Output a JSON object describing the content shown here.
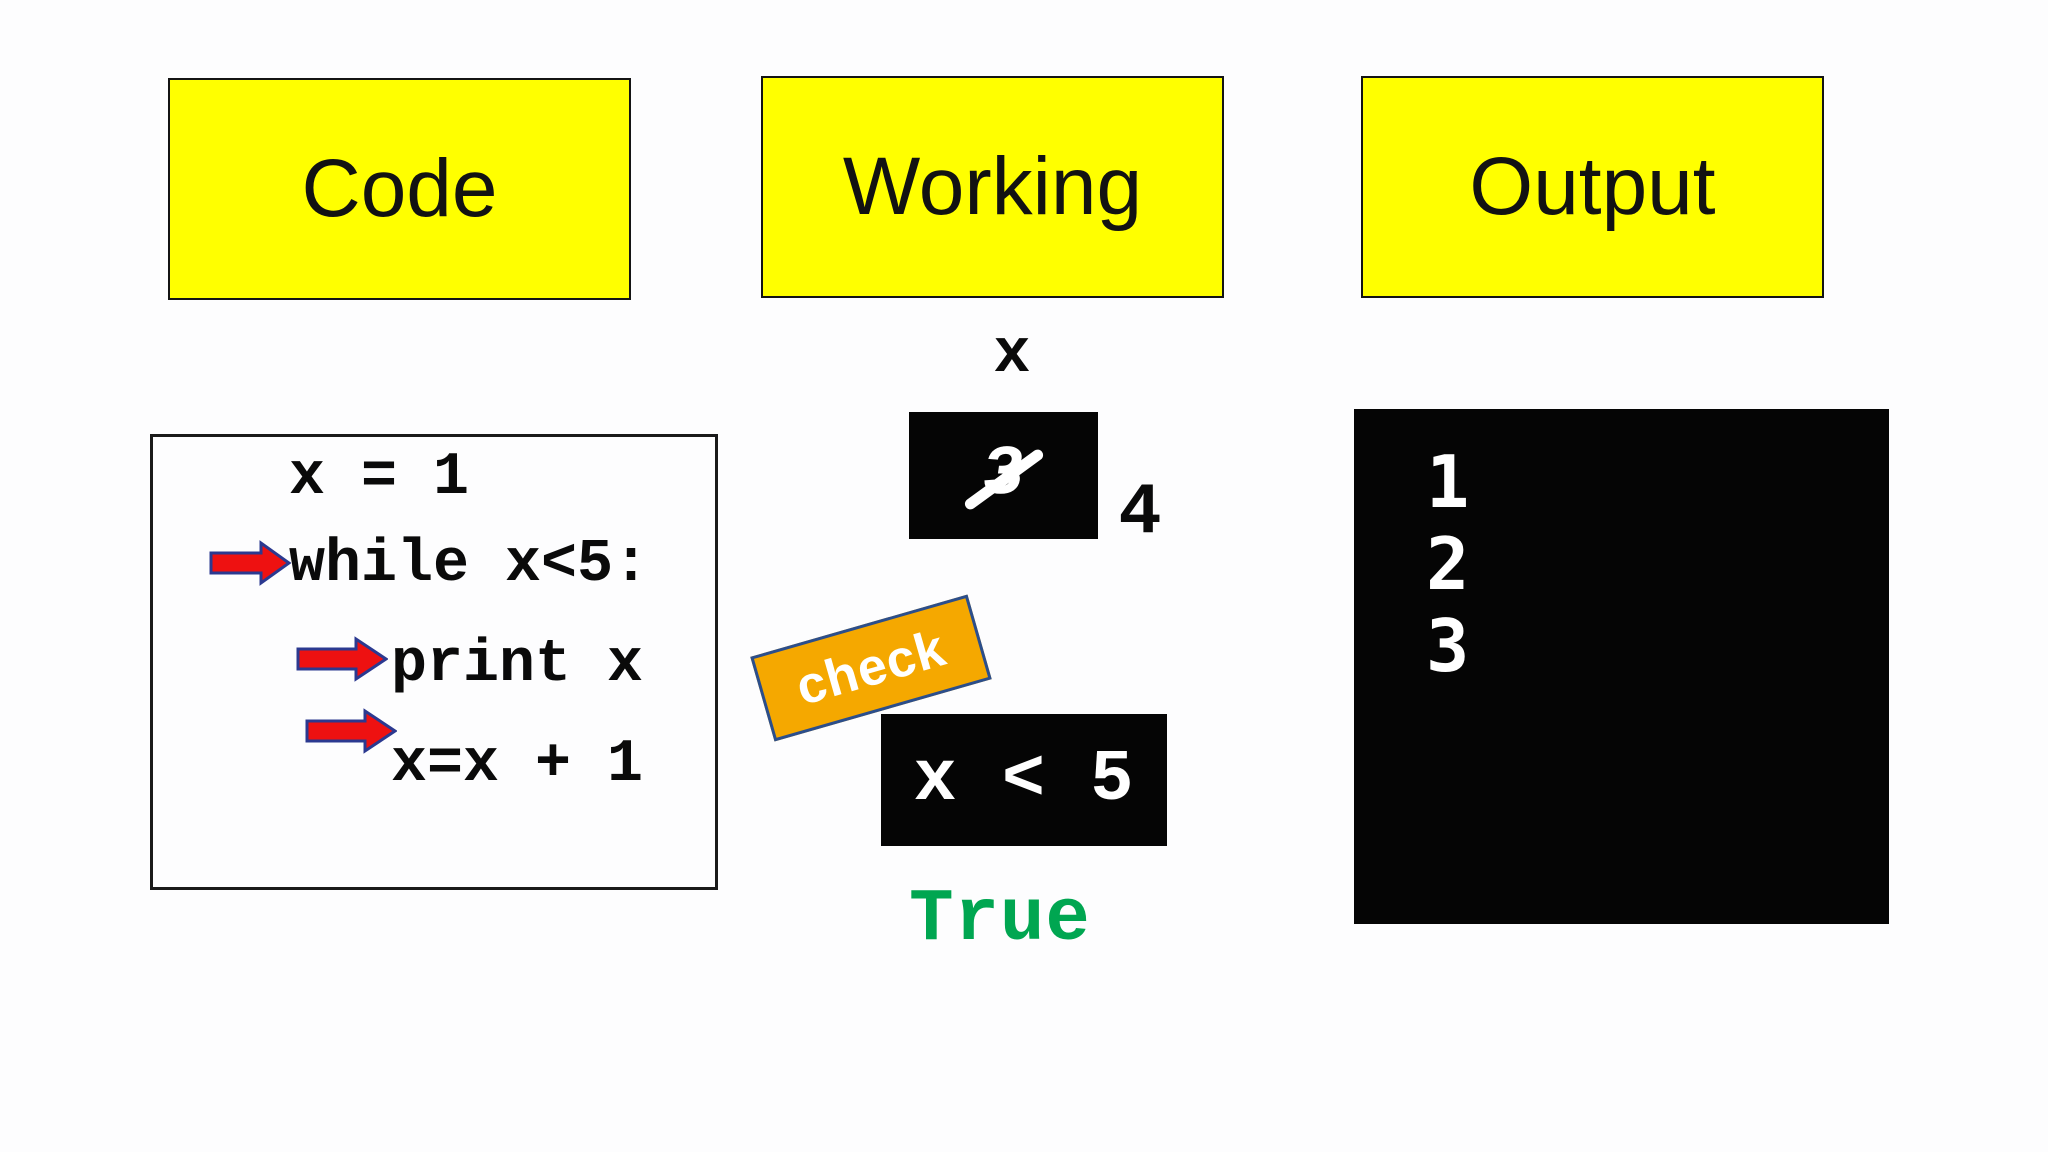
{
  "slide": {
    "headers": {
      "code": "Code",
      "working": "Working",
      "output": "Output"
    },
    "code_panel": {
      "lines": [
        {
          "text": "x = 1",
          "arrow": false
        },
        {
          "text": "while x<5:",
          "arrow": true
        },
        {
          "text": "print x",
          "arrow": true
        },
        {
          "text": "x=x + 1",
          "arrow": true
        }
      ]
    },
    "working": {
      "var_label": "x",
      "old_value": "3",
      "old_value_struck_through": true,
      "new_value": "4",
      "check_label": "check",
      "condition": "x < 5",
      "result": "True"
    },
    "output": {
      "lines": [
        "1",
        "2",
        "3"
      ]
    },
    "colors": {
      "canvas_bg": "#FDFDFE",
      "header_bg": "#FFFF00",
      "header_border": "#141414",
      "panel_border": "#1A1A1A",
      "code_text": "#0A0A0A",
      "arrow_fill": "#EE1111",
      "arrow_stroke": "#2B3990",
      "box_bg": "#050505",
      "box_text": "#FFFFFF",
      "tag_bg": "#F5A800",
      "tag_border": "#2B4E8C",
      "tag_text": "#FFFFFF",
      "true_green": "#00A651"
    }
  }
}
